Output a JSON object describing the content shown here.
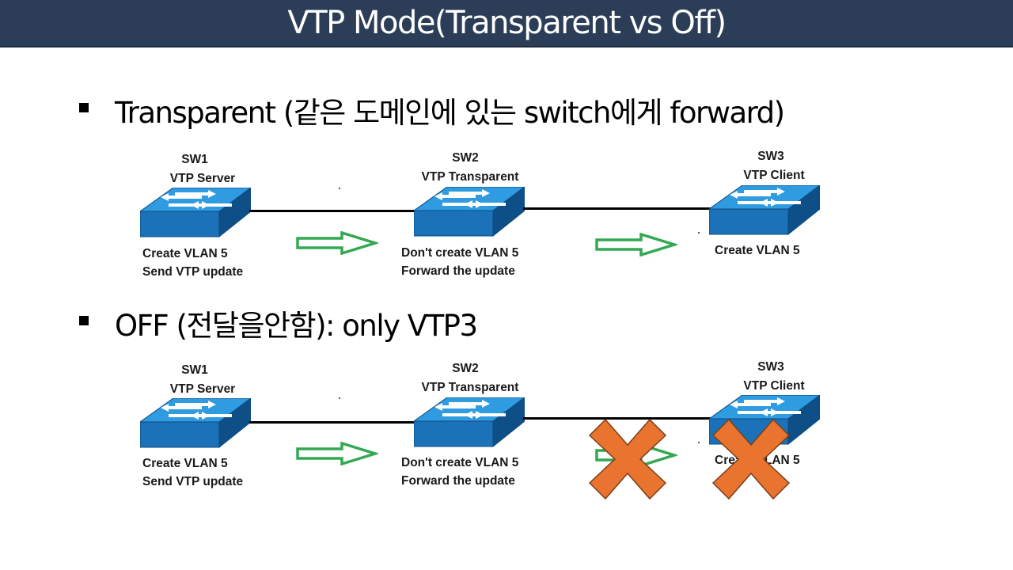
{
  "title": "VTP Mode(Transparent vs Off)",
  "bullets": [
    "Transparent (같은 도메인에 있는 switch에게 forward)",
    "OFF (전달을안함): only VTP3"
  ],
  "diagram_transparent": {
    "sw1": {
      "name": "SW1",
      "mode": "VTP Server",
      "desc1": "Create VLAN 5",
      "desc2": "Send VTP update"
    },
    "sw2": {
      "name": "SW2",
      "mode": "VTP Transparent",
      "desc1": "Don't create VLAN 5",
      "desc2": "Forward the update"
    },
    "sw3": {
      "name": "SW3",
      "mode": "VTP Client",
      "desc1": "Create VLAN 5"
    }
  },
  "diagram_off": {
    "sw1": {
      "name": "SW1",
      "mode": "VTP Server",
      "desc1": "Create VLAN 5",
      "desc2": "Send VTP update"
    },
    "sw2": {
      "name": "SW2",
      "mode": "VTP Transparent",
      "desc1": "Don't create VLAN 5",
      "desc2": "Forward the update"
    },
    "sw3": {
      "name": "SW3",
      "mode": "VTP Client",
      "desc1": "Create VLAN 5"
    }
  },
  "colors": {
    "title_bg": "#2b3d57",
    "switch_top": "#2f9be0",
    "switch_front": "#1b72b8",
    "switch_side": "#0f4f87",
    "arrow": "#34a853",
    "cross": "#e8742f"
  },
  "icons": [
    "switch-icon",
    "right-arrow-icon",
    "cross-icon"
  ]
}
